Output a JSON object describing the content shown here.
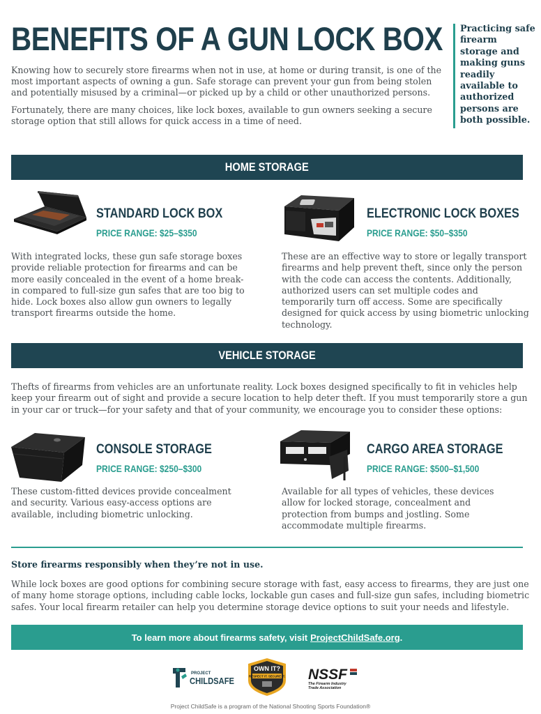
{
  "title": "BENEFITS OF A GUN LOCK BOX",
  "intro": {
    "p1": "Knowing how to securely store firearms when not in use, at home or during transit, is one of the most important aspects of owning a gun. Safe storage can prevent your gun from being stolen and potentially misused by a criminal—or picked up by a child or other unauthorized persons.",
    "p2": "Fortunately, there are many choices, like lock boxes, available to gun owners seeking a secure storage option that still allows for quick access in a time of need."
  },
  "callout": "Practicing safe firearm storage and making guns readily available to authorized persons are both possible.",
  "home": {
    "band": "HOME STORAGE",
    "items": [
      {
        "title": "STANDARD LOCK BOX",
        "price": "PRICE RANGE: $25–$350",
        "body": "With integrated locks, these gun safe storage boxes provide reliable protection for firearms and can be more easily concealed in the event of a home break-in compared to full-size gun safes that are too big to hide. Lock boxes also allow gun owners to legally transport firearms outside the home."
      },
      {
        "title": "ELECTRONIC LOCK BOXES",
        "price": "PRICE RANGE: $50–$350",
        "body": "These are an effective way to store or legally transport firearms and help prevent theft, since only the person with the code can access the contents. Additionally, authorized users can set multiple codes and temporarily turn off access. Some are specifically designed for quick access by using biometric unlocking technology."
      }
    ]
  },
  "vehicle": {
    "band": "VEHICLE STORAGE",
    "intro": "Thefts of firearms from vehicles are an unfortunate reality. Lock boxes designed specifically to fit in vehicles help keep your firearm out of sight and provide a secure location to help deter theft. If you must temporarily store a gun in your car or truck—for your safety and that of your community, we encourage you to consider these options:",
    "items": [
      {
        "title": "CONSOLE STORAGE",
        "price": "PRICE RANGE: $250–$300",
        "body": "These custom-fitted devices provide concealment and security. Various easy-access options are available, including biometric unlocking."
      },
      {
        "title": "CARGO AREA STORAGE",
        "price": "PRICE RANGE: $500–$1,500",
        "body": "Available for all types of vehicles, these devices allow for locked storage, concealment and protection from bumps and jostling. Some accommodate multiple firearms."
      }
    ]
  },
  "closing": {
    "heading": "Store firearms responsibly when they’re not in use.",
    "body": "While lock boxes are good options for combining secure storage with fast, easy access to firearms,  they are just one of many home storage options, including cable locks, lockable gun cases and full-size gun safes, including biometric safes. Your local firearm retailer can help you determine storage device options to suit your needs and lifestyle."
  },
  "cta": {
    "text": "To learn more about firearms safety, visit",
    "link": "ProjectChildSafe.org",
    "suffix": "."
  },
  "logos": {
    "pcs_small": "PROJECT",
    "pcs_big": "CHILDSAFE",
    "ownit_title": "OWN IT?",
    "ownit_sub": "RESPECT IT. SECURE IT.",
    "nssf_name": "NSSF",
    "nssf_tag1": "The Firearm Industry",
    "nssf_tag2": "Trade Association"
  },
  "footer": "Project ChildSafe is a program of the National Shooting Sports Foundation®",
  "colors": {
    "navy": "#1f4552",
    "teal": "#2a9d8f",
    "gold": "#e8a622",
    "text": "#4a4f52"
  }
}
